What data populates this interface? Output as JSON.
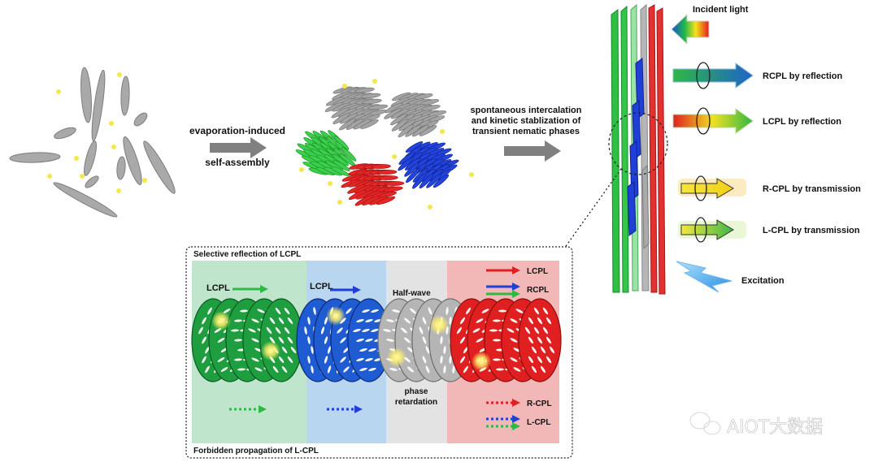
{
  "steps": {
    "evaporation_line1": "evaporation-induced",
    "evaporation_line2": "self-assembly",
    "intercalation_line1": "spontaneous intercalation",
    "intercalation_line2": "and kinetic stablization of",
    "intercalation_line3": "transient nematic phases"
  },
  "optics": {
    "incident_light": "Incident light",
    "rcpl_reflection": "RCPL by reflection",
    "lcpl_reflection": "LCPL by reflection",
    "rcpl_transmission": "R-CPL by transmission",
    "lcpl_transmission": "L-CPL by transmission",
    "excitation": "Excitation"
  },
  "inset": {
    "title": "Selective reflection of LCPL",
    "footer": "Forbidden propagation of L-CPL",
    "green_label": "LCPL",
    "blue_label": "LCPL",
    "half_wave": "Half-wave",
    "phase": "phase",
    "retardation": "retardation",
    "legend_lcpl": "LCPL",
    "legend_rcpl": "RCPL",
    "legend_rcpl_dotted": "R-CPL",
    "legend_lcpl_dotted": "L-CPL"
  },
  "watermark": {
    "text": "AIOT大数据"
  },
  "colors": {
    "green": "#1e9e3e",
    "blue": "#1f5bd1",
    "red": "#e02020",
    "gray": "#9a9a9a",
    "arrow_gray": "#808080"
  }
}
